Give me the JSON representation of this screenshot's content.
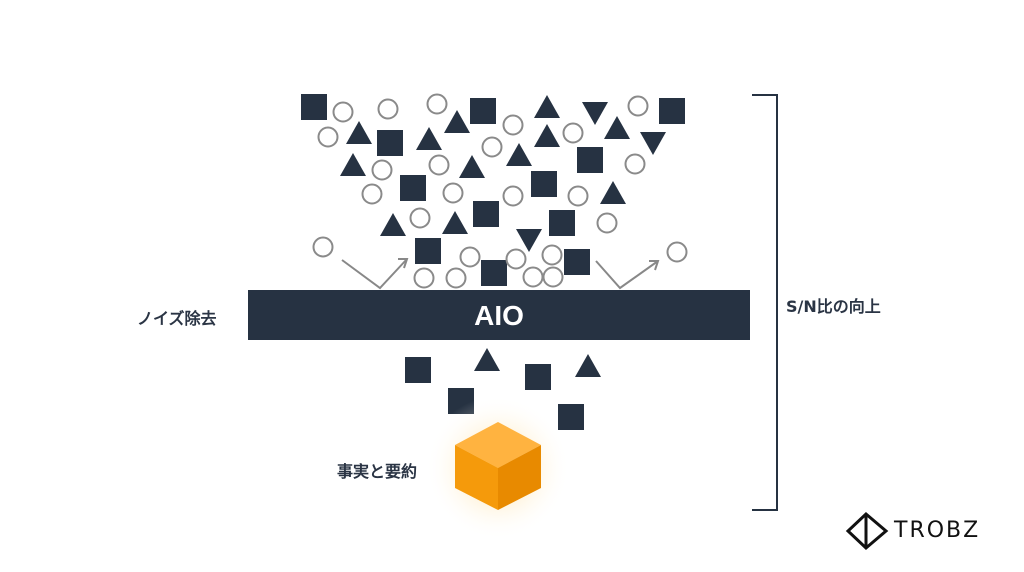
{
  "bar_label": "AIO",
  "left_label": "ノイズ除去",
  "right_label": "S/N比の向上",
  "bottom_label": "事実と要約",
  "logo_text": "TROBZ",
  "colors": {
    "shape": "#263242",
    "circle": "#8a8a8a",
    "cube": "#f59a0b"
  }
}
